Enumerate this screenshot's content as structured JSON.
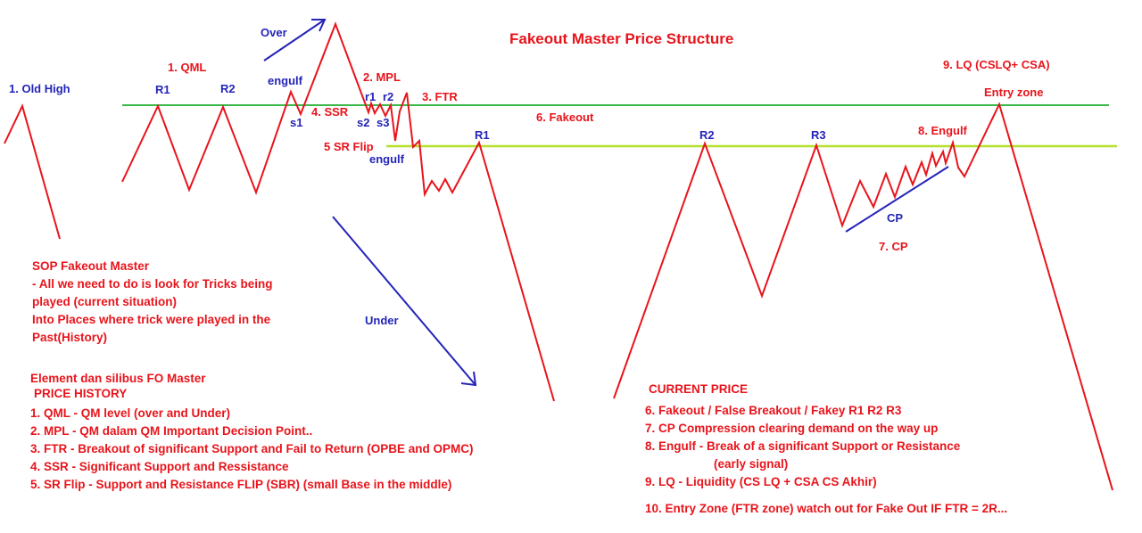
{
  "title": "Fakeout Master Price Structure",
  "labels": {
    "old_high": "1. Old High",
    "qml": "1. QML",
    "r1_left": "R1",
    "r2_left": "R2",
    "engulf_left": "engulf",
    "s1": "s1",
    "over": "Over",
    "ssr": "4. SSR",
    "r1_small": "r1",
    "r2_small": "r2",
    "s2": "s2",
    "s3": "s3",
    "mpl": "2. MPL",
    "ftr": "3. FTR",
    "sr_flip": "5 SR Flip",
    "engulf_mid": "engulf",
    "r1_mid": "R1",
    "fakeout": "6. Fakeout",
    "under": "Under",
    "r2_right": "R2",
    "r3_right": "R3",
    "engulf_right": "8. Engulf",
    "cp": "CP",
    "cp_num": "7. CP",
    "lq": "9. LQ (CSLQ+ CSA)",
    "entry_zone": "Entry zone"
  },
  "sop": {
    "heading": "SOP Fakeout Master",
    "lines": [
      "- All we need to do is look for Tricks being",
      "played (current situation)",
      "Into Places where trick were played in the",
      "Past(History)"
    ]
  },
  "history": {
    "heading1": "Element dan silibus FO Master",
    "heading2": "PRICE HISTORY",
    "items": [
      "1. QML - QM level (over and Under)",
      "2. MPL - QM dalam QM   Important Decision Point..",
      "3. FTR - Breakout of significant Support and Fail to Return (OPBE and OPMC)",
      "4. SSR - Significant Support and Ressistance",
      "5. SR Flip - Support and Resistance FLIP (SBR) (small Base in the middle)"
    ]
  },
  "current": {
    "heading": "CURRENT PRICE",
    "items": [
      "6. Fakeout / False Breakout / Fakey R1 R2 R3",
      "7. CP Compression clearing demand on the way up",
      "8. Engulf - Break of a significant Support or Resistance",
      "(early signal)",
      "9. LQ - Liquidity (CS LQ + CSA CS Akhir)",
      "10. Entry Zone (FTR zone) watch out for Fake Out IF FTR = 2R..."
    ]
  },
  "colors": {
    "price": "#e8141b",
    "annotation": "#2424b8",
    "upper_line": "#3cb84a",
    "lower_line": "#b5e02a"
  }
}
